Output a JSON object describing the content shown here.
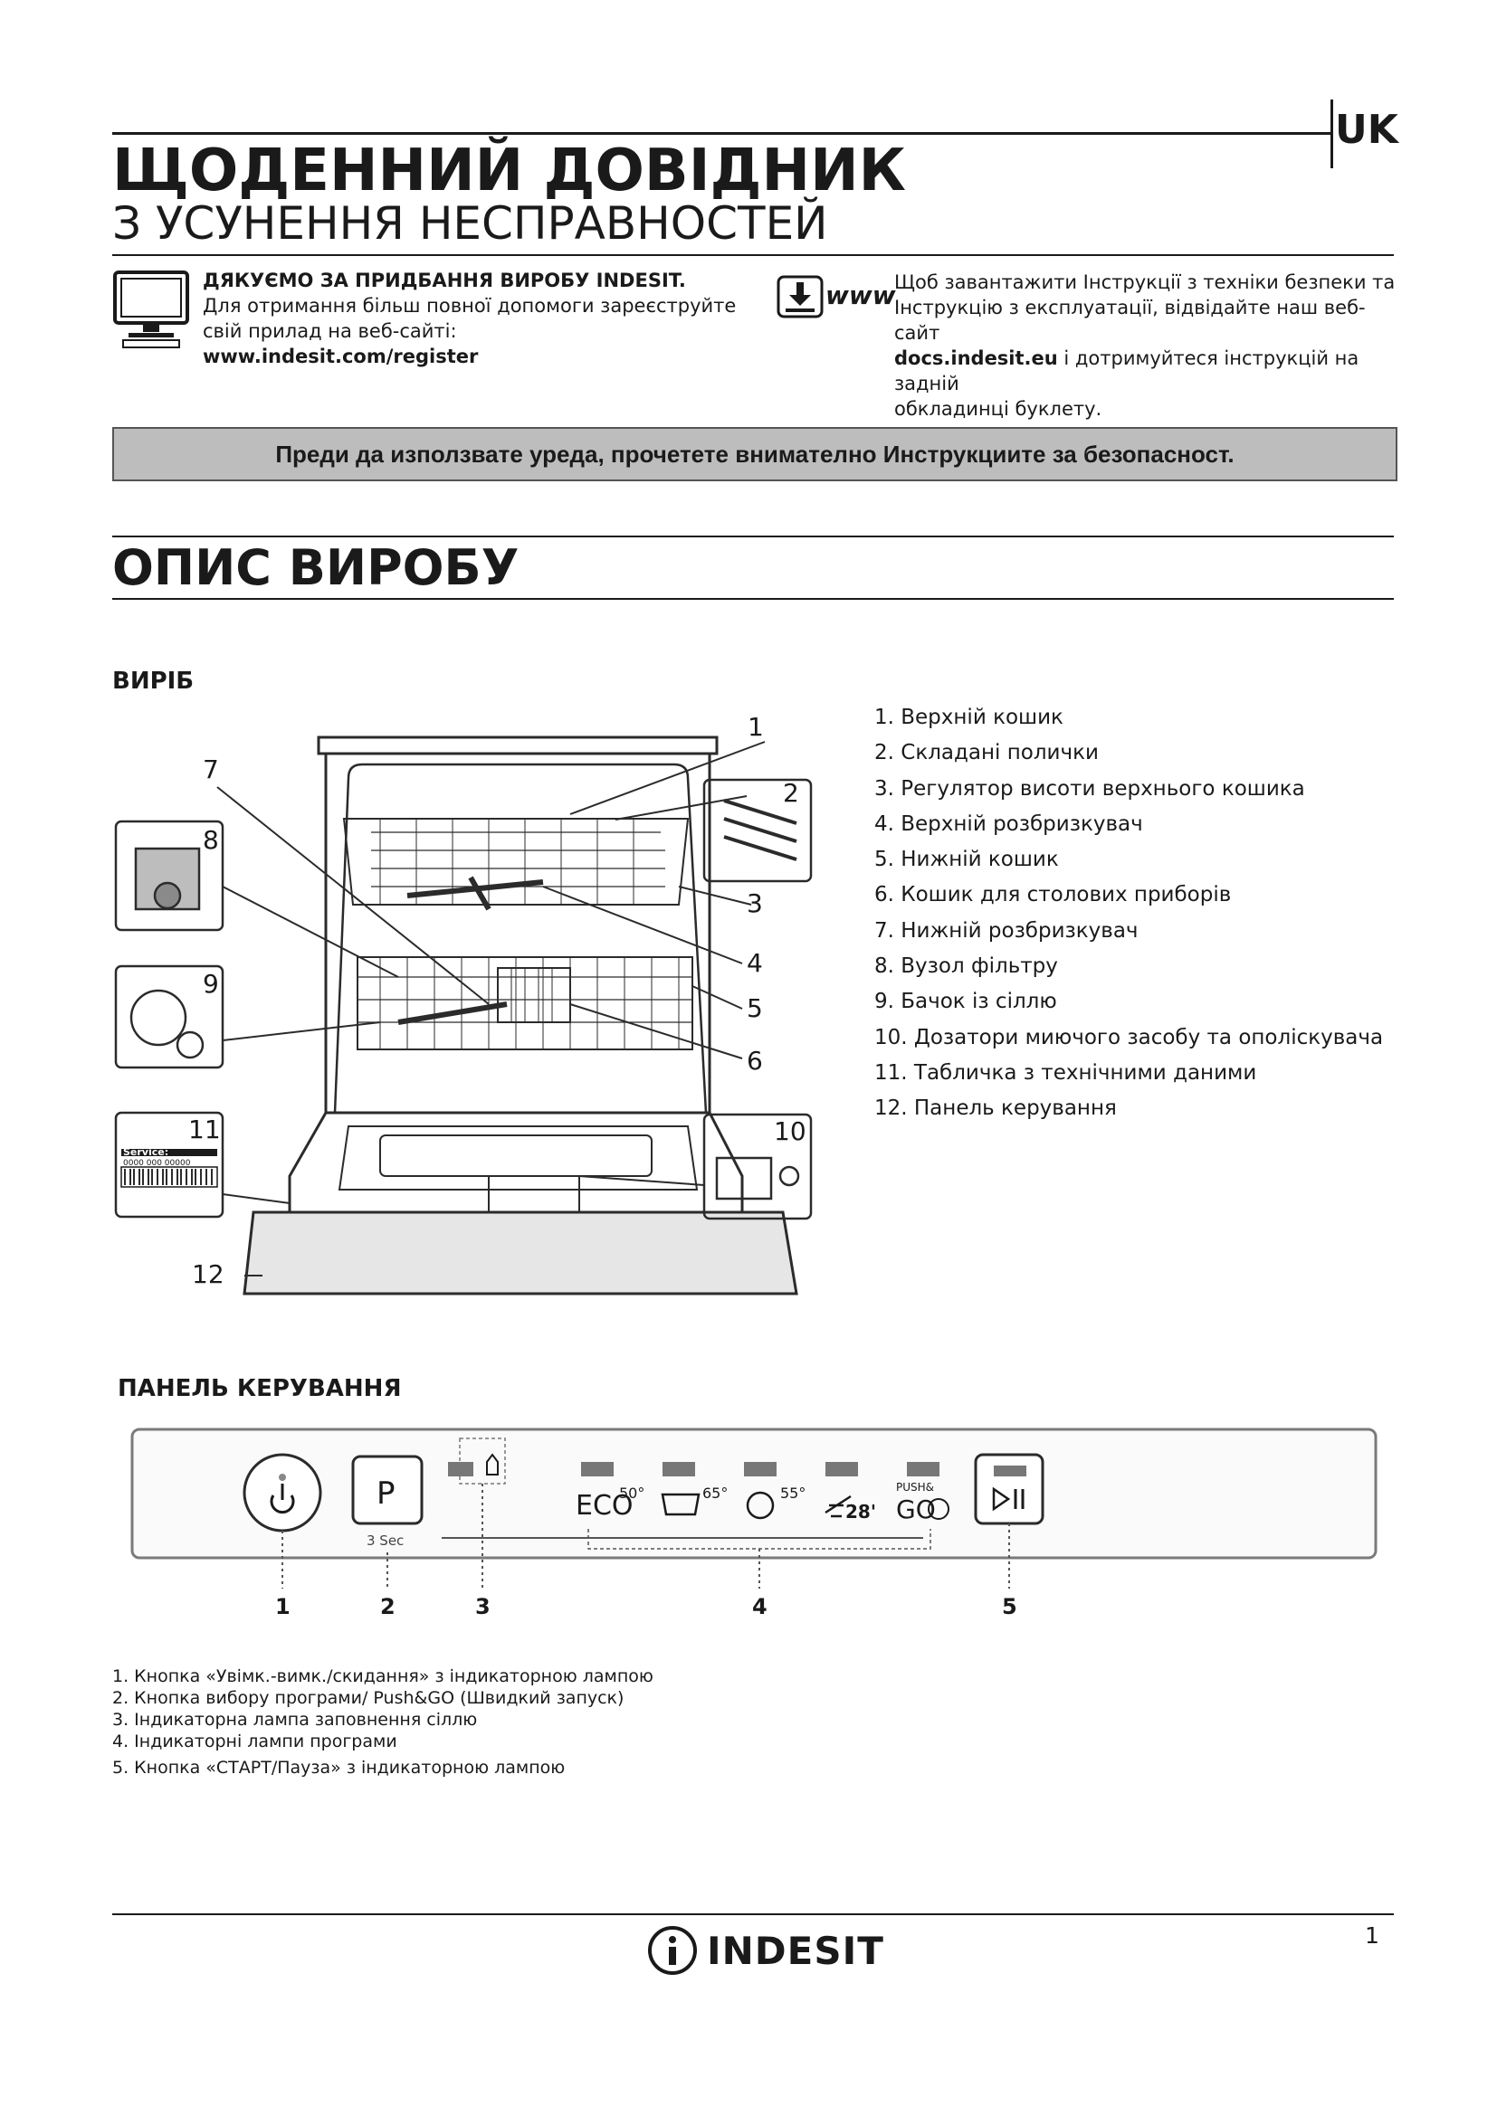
{
  "header": {
    "lang_code": "UK",
    "title_main": "ЩОДЕННИЙ ДОВІДНИК",
    "title_sub": "З УСУНЕННЯ НЕСПРАВНОСТЕЙ"
  },
  "register_block": {
    "heading": "ДЯКУЄМО ЗА ПРИДБАННЯ ВИРОБУ INDESIT.",
    "line1": "Для отримання більш повної допомоги зареєструйте",
    "line2": "свій прилад на веб-сайті:",
    "url": "www.indesit.com/register"
  },
  "download_block": {
    "icon_label": "www",
    "line1": "Щоб завантажити Інструкції з техніки безпеки та",
    "line2": "Інструкцію з експлуатації, відвідайте наш веб-сайт",
    "url": "docs.indesit.eu",
    "line3_rest": " і дотримуйтеся інструкцій на задній",
    "line4": "обкладинці буклету."
  },
  "safety_bar": "Преди да използвате уреда, прочетете внимателно Инструкциите за безопасност.",
  "section_title": "ОПИС ВИРОБУ",
  "product": {
    "subtitle": "ВИРІБ",
    "parts": [
      "1. Верхній кошик",
      "2. Складані полички",
      "3. Регулятор висоти верхнього кошика",
      "4. Верхній розбризкувач",
      "5. Нижній кошик",
      "6. Кошик для столових приборів",
      "7. Нижній розбризкувач",
      "8. Вузол фільтру",
      "9. Бачок із сіллю",
      "10. Дозатори миючого засобу та ополіскувача",
      "11. Табличка з технічними даними",
      "12. Панель керування"
    ],
    "callouts": [
      "1",
      "2",
      "3",
      "4",
      "5",
      "6",
      "7",
      "8",
      "9",
      "10",
      "11",
      "12"
    ],
    "rating_plate": {
      "service_label": "Service:",
      "service_number": "0000 000 00000"
    }
  },
  "control_panel": {
    "subtitle": "ПАНЕЛЬ КЕРУВАННЯ",
    "p_button": "P",
    "hold_label": "3 Sec",
    "programs": [
      "ECO",
      "50°",
      "65°",
      "55°",
      "28'"
    ],
    "push_label": "PUSH&",
    "go_label": "GO",
    "callouts": [
      "1",
      "2",
      "3",
      "4",
      "5"
    ],
    "items": [
      "1. Кнопка «Увімк.-вимк./скидання» з індикаторною лампою",
      "2. Кнопка вибору програми/ Push&GO (Швидкий запуск)",
      "3. Індикаторна лампа заповнення сіллю",
      "4. Індикаторні лампи програми",
      "5. Кнопка «СТАРТ/Пауза» з індикаторною лампою"
    ]
  },
  "footer": {
    "brand": "INDESIT",
    "page_number": "1"
  }
}
